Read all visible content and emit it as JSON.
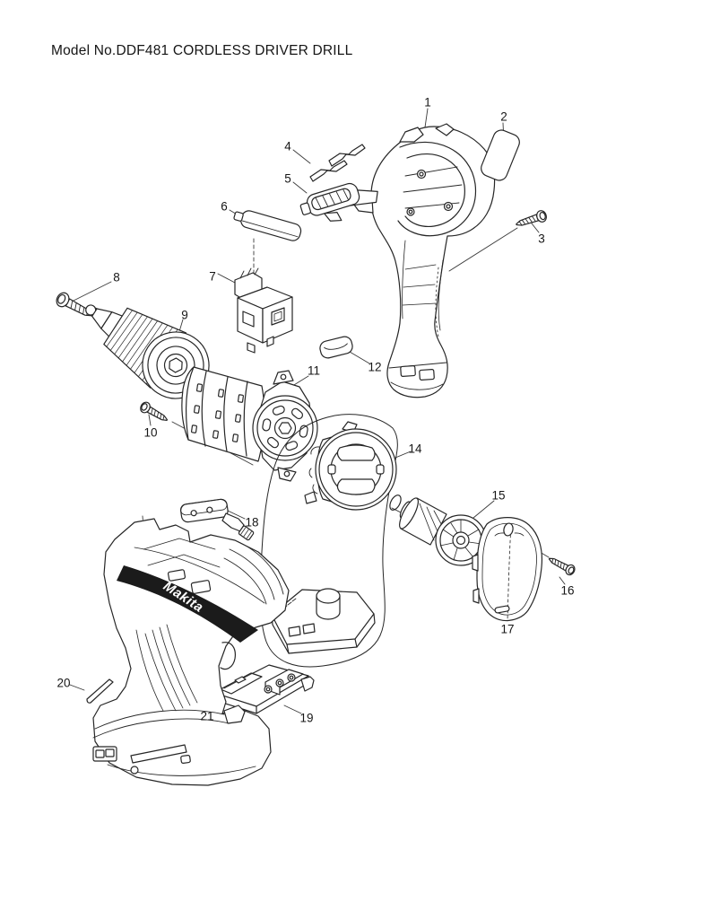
{
  "page": {
    "title": "Model No.DDF481 CORDLESS DRIVER DRILL",
    "brand_logo": "Makita"
  },
  "callouts": [
    {
      "number": "1"
    },
    {
      "number": "2"
    },
    {
      "number": "3"
    },
    {
      "number": "4"
    },
    {
      "number": "5"
    },
    {
      "number": "6"
    },
    {
      "number": "7"
    },
    {
      "number": "8"
    },
    {
      "number": "9"
    },
    {
      "number": "10"
    },
    {
      "number": "11"
    },
    {
      "number": "12"
    },
    {
      "number": "14"
    },
    {
      "number": "15"
    },
    {
      "number": "16"
    },
    {
      "number": "17"
    },
    {
      "number": "18"
    },
    {
      "number": "19"
    },
    {
      "number": "20"
    },
    {
      "number": "21"
    }
  ]
}
